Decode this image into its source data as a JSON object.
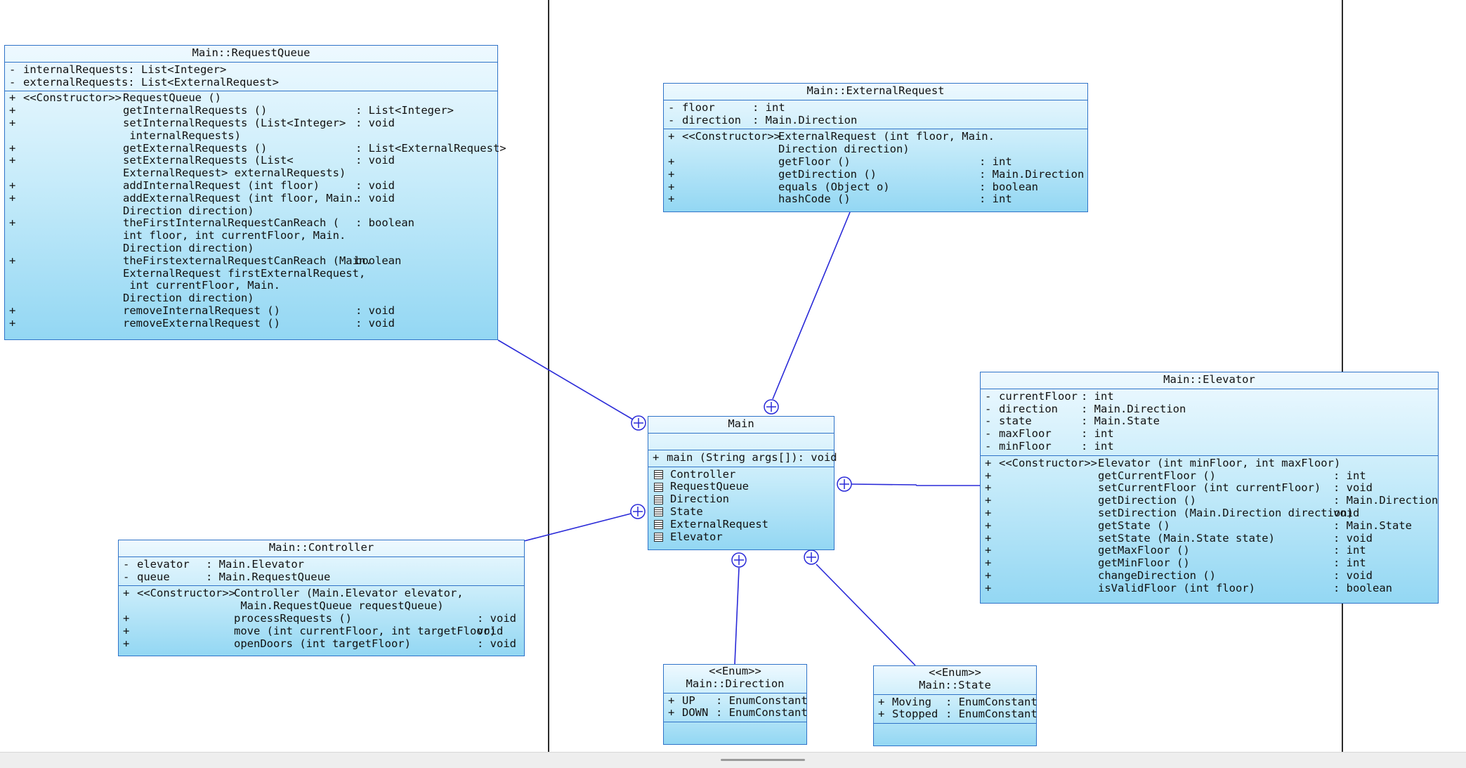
{
  "diagram": {
    "classes": {
      "request_queue": {
        "name": "Main::RequestQueue",
        "attributes": [
          {
            "vis": "-",
            "text": "internalRequests: List<Integer>"
          },
          {
            "vis": "-",
            "text": "externalRequests: List<ExternalRequest>"
          }
        ],
        "operations": [
          {
            "vis": "+",
            "pre": "<<Constructor>>",
            "name": "RequestQueue ()",
            "type": ""
          },
          {
            "vis": "+",
            "pre": "",
            "name": "getInternalRequests ()",
            "type": ": List<Integer>"
          },
          {
            "vis": "+",
            "pre": "",
            "name": "setInternalRequests (List<Integer>\n internalRequests)",
            "type": ": void"
          },
          {
            "vis": "+",
            "pre": "",
            "name": "getExternalRequests ()",
            "type": ": List<ExternalRequest>"
          },
          {
            "vis": "+",
            "pre": "",
            "name": "setExternalRequests (List<\nExternalRequest> externalRequests)",
            "type": ": void"
          },
          {
            "vis": "+",
            "pre": "",
            "name": "addInternalRequest (int floor)",
            "type": ": void"
          },
          {
            "vis": "+",
            "pre": "",
            "name": "addExternalRequest (int floor, Main.\nDirection direction)",
            "type": ": void"
          },
          {
            "vis": "+",
            "pre": "",
            "name": "theFirstInternalRequestCanReach (\nint floor, int currentFloor, Main.\nDirection direction)",
            "type": ": boolean"
          },
          {
            "vis": "+",
            "pre": "",
            "name": "theFirstexternalRequestCanReach (Main.\nExternalRequest firstExternalRequest,\n int currentFloor, Main.\nDirection direction)",
            "type": "boolean"
          },
          {
            "vis": "+",
            "pre": "",
            "name": "removeInternalRequest ()",
            "type": ": void"
          },
          {
            "vis": "+",
            "pre": "",
            "name": "removeExternalRequest ()",
            "type": ": void"
          }
        ]
      },
      "external_request": {
        "name": "Main::ExternalRequest",
        "attributes": [
          {
            "vis": "-",
            "name": "floor",
            "type": ": int"
          },
          {
            "vis": "-",
            "name": "direction",
            "type": ": Main.Direction"
          }
        ],
        "operations": [
          {
            "vis": "+",
            "pre": "<<Constructor>>",
            "name": "ExternalRequest (int floor, Main.\nDirection direction)",
            "type": ""
          },
          {
            "vis": "+",
            "pre": "",
            "name": "getFloor ()",
            "type": ": int"
          },
          {
            "vis": "+",
            "pre": "",
            "name": "getDirection ()",
            "type": ": Main.Direction"
          },
          {
            "vis": "+",
            "pre": "",
            "name": "equals (Object o)",
            "type": ": boolean"
          },
          {
            "vis": "+",
            "pre": "",
            "name": "hashCode ()",
            "type": ": int"
          }
        ]
      },
      "main": {
        "name": "Main",
        "operations": [
          {
            "vis": "+",
            "text": "main (String args[]): void"
          }
        ],
        "nested": [
          "Controller",
          "RequestQueue",
          "Direction",
          "State",
          "ExternalRequest",
          "Elevator"
        ]
      },
      "elevator": {
        "name": "Main::Elevator",
        "attributes": [
          {
            "vis": "-",
            "name": "currentFloor",
            "type": ": int"
          },
          {
            "vis": "-",
            "name": "direction",
            "type": ": Main.Direction"
          },
          {
            "vis": "-",
            "name": "state",
            "type": ": Main.State"
          },
          {
            "vis": "-",
            "name": "maxFloor",
            "type": ": int"
          },
          {
            "vis": "-",
            "name": "minFloor",
            "type": ": int"
          }
        ],
        "operations": [
          {
            "vis": "+",
            "pre": "<<Constructor>>",
            "name": "Elevator (int minFloor, int maxFloor)",
            "type": ""
          },
          {
            "vis": "+",
            "pre": "",
            "name": "getCurrentFloor ()",
            "type": ": int"
          },
          {
            "vis": "+",
            "pre": "",
            "name": "setCurrentFloor (int currentFloor)",
            "type": ": void"
          },
          {
            "vis": "+",
            "pre": "",
            "name": "getDirection ()",
            "type": ": Main.Direction"
          },
          {
            "vis": "+",
            "pre": "",
            "name": "setDirection (Main.Direction direction)",
            "type": "void"
          },
          {
            "vis": "+",
            "pre": "",
            "name": "getState ()",
            "type": ": Main.State"
          },
          {
            "vis": "+",
            "pre": "",
            "name": "setState (Main.State state)",
            "type": ": void"
          },
          {
            "vis": "+",
            "pre": "",
            "name": "getMaxFloor ()",
            "type": ": int"
          },
          {
            "vis": "+",
            "pre": "",
            "name": "getMinFloor ()",
            "type": ": int"
          },
          {
            "vis": "+",
            "pre": "",
            "name": "changeDirection ()",
            "type": ": void"
          },
          {
            "vis": "+",
            "pre": "",
            "name": "isValidFloor (int floor)",
            "type": ": boolean"
          }
        ]
      },
      "controller": {
        "name": "Main::Controller",
        "attributes": [
          {
            "vis": "-",
            "name": "elevator",
            "type": ": Main.Elevator"
          },
          {
            "vis": "-",
            "name": "queue",
            "type": ": Main.RequestQueue"
          }
        ],
        "operations": [
          {
            "vis": "+",
            "pre": "<<Constructor>>",
            "name": "Controller (Main.Elevator elevator,\n Main.RequestQueue requestQueue)",
            "type": ""
          },
          {
            "vis": "+",
            "pre": "",
            "name": "processRequests ()",
            "type": ": void"
          },
          {
            "vis": "+",
            "pre": "",
            "name": "move (int currentFloor, int targetFloor)",
            "type": "void"
          },
          {
            "vis": "+",
            "pre": "",
            "name": "openDoors (int targetFloor)",
            "type": ": void"
          }
        ]
      },
      "direction": {
        "stereotype": "<<Enum>>",
        "name": "Main::Direction",
        "literals": [
          {
            "vis": "+",
            "name": "UP",
            "type": ": EnumConstant"
          },
          {
            "vis": "+",
            "name": "DOWN",
            "type": ": EnumConstant"
          }
        ]
      },
      "state": {
        "stereotype": "<<Enum>>",
        "name": "Main::State",
        "literals": [
          {
            "vis": "+",
            "name": "Moving",
            "type": ": EnumConstant"
          },
          {
            "vis": "+",
            "name": "Stopped",
            "type": ": EnumConstant"
          }
        ]
      }
    },
    "links": [
      {
        "from": "Main::RequestQueue",
        "to": "Main",
        "marker": "containment"
      },
      {
        "from": "Main::ExternalRequest",
        "to": "Main",
        "marker": "containment"
      },
      {
        "from": "Main::Controller",
        "to": "Main",
        "marker": "containment"
      },
      {
        "from": "Main::Elevator",
        "to": "Main",
        "marker": "containment"
      },
      {
        "from": "Main::Direction",
        "to": "Main",
        "marker": "containment"
      },
      {
        "from": "Main::State",
        "to": "Main",
        "marker": "containment"
      }
    ],
    "colors": {
      "border": "#2f73c8",
      "fill_top": "#eef9ff",
      "fill_bottom": "#93d7f3",
      "link": "#2a2ad8",
      "frame_line": "#2a2a2a"
    }
  }
}
